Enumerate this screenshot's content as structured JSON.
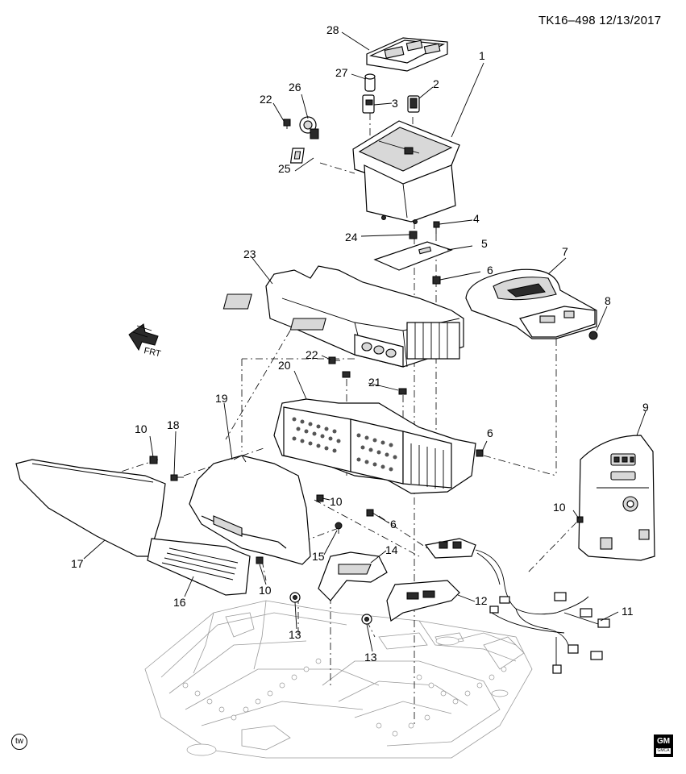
{
  "header": {
    "id_date": "TK16–498  12/13/2017"
  },
  "frt_label": "FRT",
  "tw_symbol": "tw",
  "logo": {
    "text": "GM",
    "subtext": "GMCA"
  },
  "callouts": {
    "c1": "1",
    "c2": "2",
    "c3": "3",
    "c4": "4",
    "c5": "5",
    "c6a": "6",
    "c6b": "6",
    "c6c": "6",
    "c7": "7",
    "c8": "8",
    "c9": "9",
    "c10a": "10",
    "c10b": "10",
    "c10c": "10",
    "c10d": "10",
    "c11": "11",
    "c12": "12",
    "c13a": "13",
    "c13b": "13",
    "c14": "14",
    "c15": "15",
    "c16": "16",
    "c17": "17",
    "c18": "18",
    "c19": "19",
    "c20": "20",
    "c21": "21",
    "c22a": "22",
    "c22b": "22",
    "c23": "23",
    "c24": "24",
    "c25": "25",
    "c26": "26",
    "c27": "27",
    "c28": "28"
  }
}
